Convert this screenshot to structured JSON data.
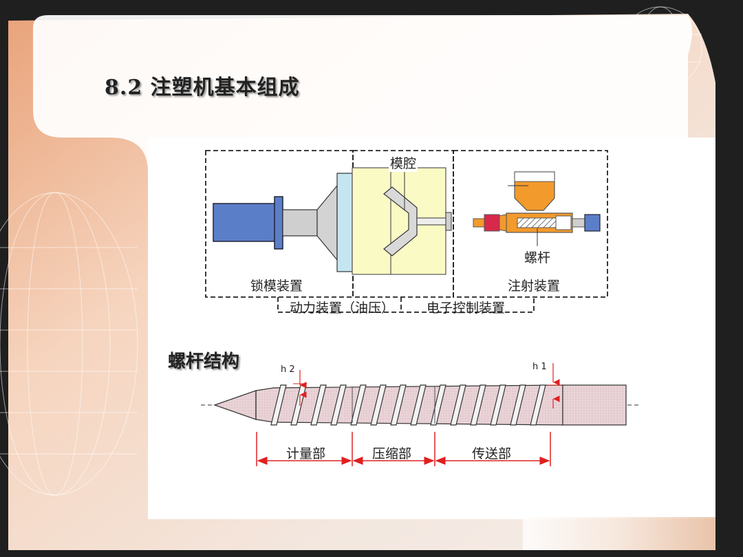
{
  "slide": {
    "title": "8.2 注塑机基本组成",
    "screw_heading": "螺杆结构"
  },
  "machine_diagram": {
    "label_mold_cavity": "模腔",
    "label_clamping_unit": "锁模装置",
    "label_screw": "螺杆",
    "label_injection_unit": "注射装置",
    "label_power_unit": "动力装置（油压）",
    "label_electronic_control": "电子控制装置"
  },
  "screw_diagram": {
    "label_h2": "h 2",
    "label_h1": "h 1",
    "zone_metering": "计量部",
    "zone_compression": "压缩部",
    "zone_feeding": "传送部"
  },
  "colors": {
    "cylinder_blue": "#5b7ec8",
    "mold_yellow": "#fafac4",
    "platen_lightblue": "#c5e6f0",
    "hopper_orange": "#f39a2c",
    "nozzle_red": "#d8294a",
    "screw_pink": "#e8d2d6",
    "dimension_red": "#e02020"
  }
}
